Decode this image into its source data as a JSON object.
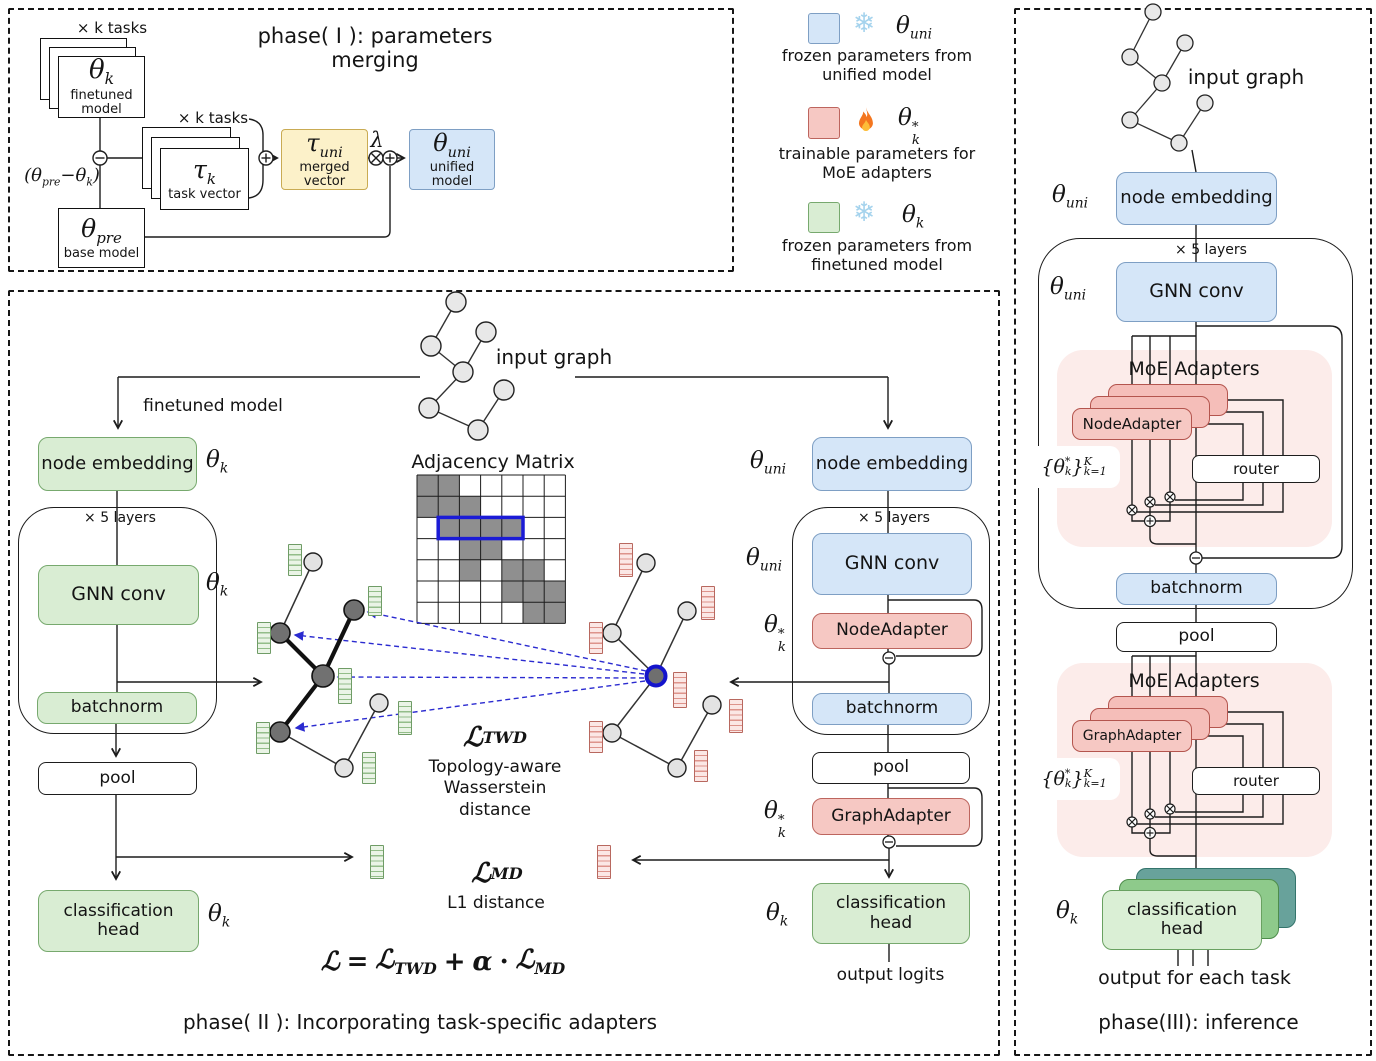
{
  "sym": {
    "theta": "θ",
    "tau": "τ",
    "lambda": "λ",
    "alpha": "α",
    "L": "ℒ",
    "k": "k",
    "uni": "uni",
    "pre": "pre",
    "star": "*",
    "K": "K",
    "k_eq_1": "k=1",
    "TWD": "TWD",
    "MD": "MD",
    "eq": "=",
    "plus": "+",
    "cdot": "·",
    "minus": "−",
    "lp": "(",
    "rp": ")",
    "lb": "{",
    "rb": "}"
  },
  "icons": {
    "snowflake": "❄"
  },
  "phase1": {
    "title": "phase( I ):  parameters merging",
    "k_tasks": "× k tasks",
    "finetuned_caption": "finetuned model",
    "task_vector_caption": "task vector",
    "merged_caption": "merged vector",
    "unified_caption": "unified model",
    "base_caption": "base model"
  },
  "legend": {
    "unified": {
      "line1": "frozen parameters from",
      "line2": "unified model"
    },
    "trainable": {
      "line1": "trainable parameters for",
      "line2": "MoE adapters"
    },
    "finetuned": {
      "line1": "frozen parameters from",
      "line2": "finetuned model"
    }
  },
  "blocks": {
    "input_graph": "input graph",
    "node_embedding": "node embedding",
    "gnn_conv": "GNN conv",
    "batchnorm": "batchnorm",
    "pool": "pool",
    "classification_head": "classification\nhead",
    "node_adapter": "NodeAdapter",
    "graph_adapter": "GraphAdapter",
    "router": "router",
    "moe_title": "MoE Adapters",
    "layers_x5": "× 5 layers",
    "output_logits": "output logits",
    "output_each_task": "output for each task",
    "finetuned_model": "finetuned model"
  },
  "phase2": {
    "title": "phase( II ):  Incorporating task-specific adapters",
    "twd_desc": "Topology-aware\nWasserstein\ndistance",
    "md_desc": "L1 distance"
  },
  "phase3": {
    "title": "phase(III):  inference"
  },
  "adjacency": {
    "title": "Adjacency Matrix",
    "size": 7,
    "filled": [
      [
        0,
        0
      ],
      [
        0,
        1
      ],
      [
        1,
        0
      ],
      [
        1,
        1
      ],
      [
        1,
        2
      ],
      [
        2,
        1
      ],
      [
        2,
        2
      ],
      [
        2,
        3
      ],
      [
        2,
        4
      ],
      [
        3,
        2
      ],
      [
        3,
        3
      ],
      [
        4,
        2
      ],
      [
        4,
        4
      ],
      [
        4,
        5
      ],
      [
        5,
        4
      ],
      [
        5,
        5
      ],
      [
        5,
        6
      ],
      [
        6,
        5
      ],
      [
        6,
        6
      ]
    ],
    "highlight": {
      "row": 2,
      "col_start": 1,
      "col_end": 4
    },
    "colors": {
      "filled": "#8f8f8f",
      "grid": "#1c1c1c",
      "highlight": "#1b1bd6",
      "background": "#ffffff"
    }
  },
  "colors": {
    "blue": "#d5e6f8",
    "green": "#d9edd3",
    "pink": "#f6c8c3",
    "yellow": "#fcf1c9",
    "moe_bg": "#fcecea",
    "teal": "#68a29b",
    "mid_green": "#8eca8b",
    "dashed_blue": "#2b2bd0",
    "snowflake": "#a5d3ed",
    "flame": "#f4761f"
  }
}
